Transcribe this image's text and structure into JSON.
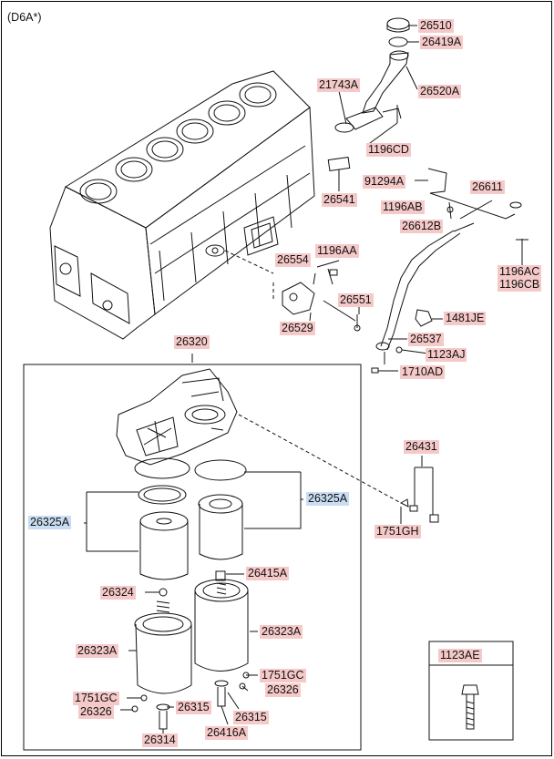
{
  "engine_code": "(D6A*)",
  "parts": {
    "p26510": "26510",
    "p26419A": "26419A",
    "p21743A": "21743A",
    "p26520A": "26520A",
    "p1196CD": "1196CD",
    "p26541": "26541",
    "p91294A": "91294A",
    "p26611": "26611",
    "p1196AB": "1196AB",
    "p26612B": "26612B",
    "p26554": "26554",
    "p1196AA": "1196AA",
    "p1196AC": "1196AC",
    "p1196CB": "1196CB",
    "p26551": "26551",
    "p26529": "26529",
    "p1481JE": "1481JE",
    "p26537": "26537",
    "p1123AJ": "1123AJ",
    "p1710AD": "1710AD",
    "p26320": "26320",
    "p26431": "26431",
    "p26325A_right": "26325A",
    "p26325A_left": "26325A",
    "p1751GH": "1751GH",
    "p26415A": "26415A",
    "p26324": "26324",
    "p26323A_right": "26323A",
    "p26323A_left": "26323A",
    "p1751GC_right": "1751GC",
    "p26326_right": "26326",
    "p1751GC_left": "1751GC",
    "p26326_left": "26326",
    "p26315_left": "26315",
    "p26315_right": "26315",
    "p26314": "26314",
    "p26416A": "26416A",
    "p1123AE": "1123AE"
  },
  "colors": {
    "label_bg": "#f6c9c9",
    "label_bg_alt": "#c8dcf2",
    "line": "#111111"
  }
}
